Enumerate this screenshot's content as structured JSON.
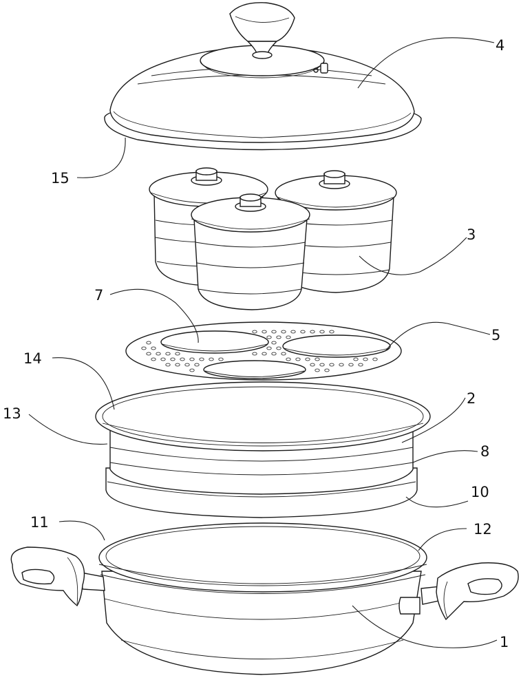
{
  "labels": {
    "pot": "1",
    "steamer_ring": "2",
    "cups": "3",
    "lid": "4",
    "steam_plate": "5",
    "plate_opening": "7",
    "ring_step": "8",
    "ring_bottom": "10",
    "pot_rim_left": "11",
    "pot_rim_right": "12",
    "ring_wall": "13",
    "ring_top_edge": "14",
    "lid_flange": "15"
  }
}
